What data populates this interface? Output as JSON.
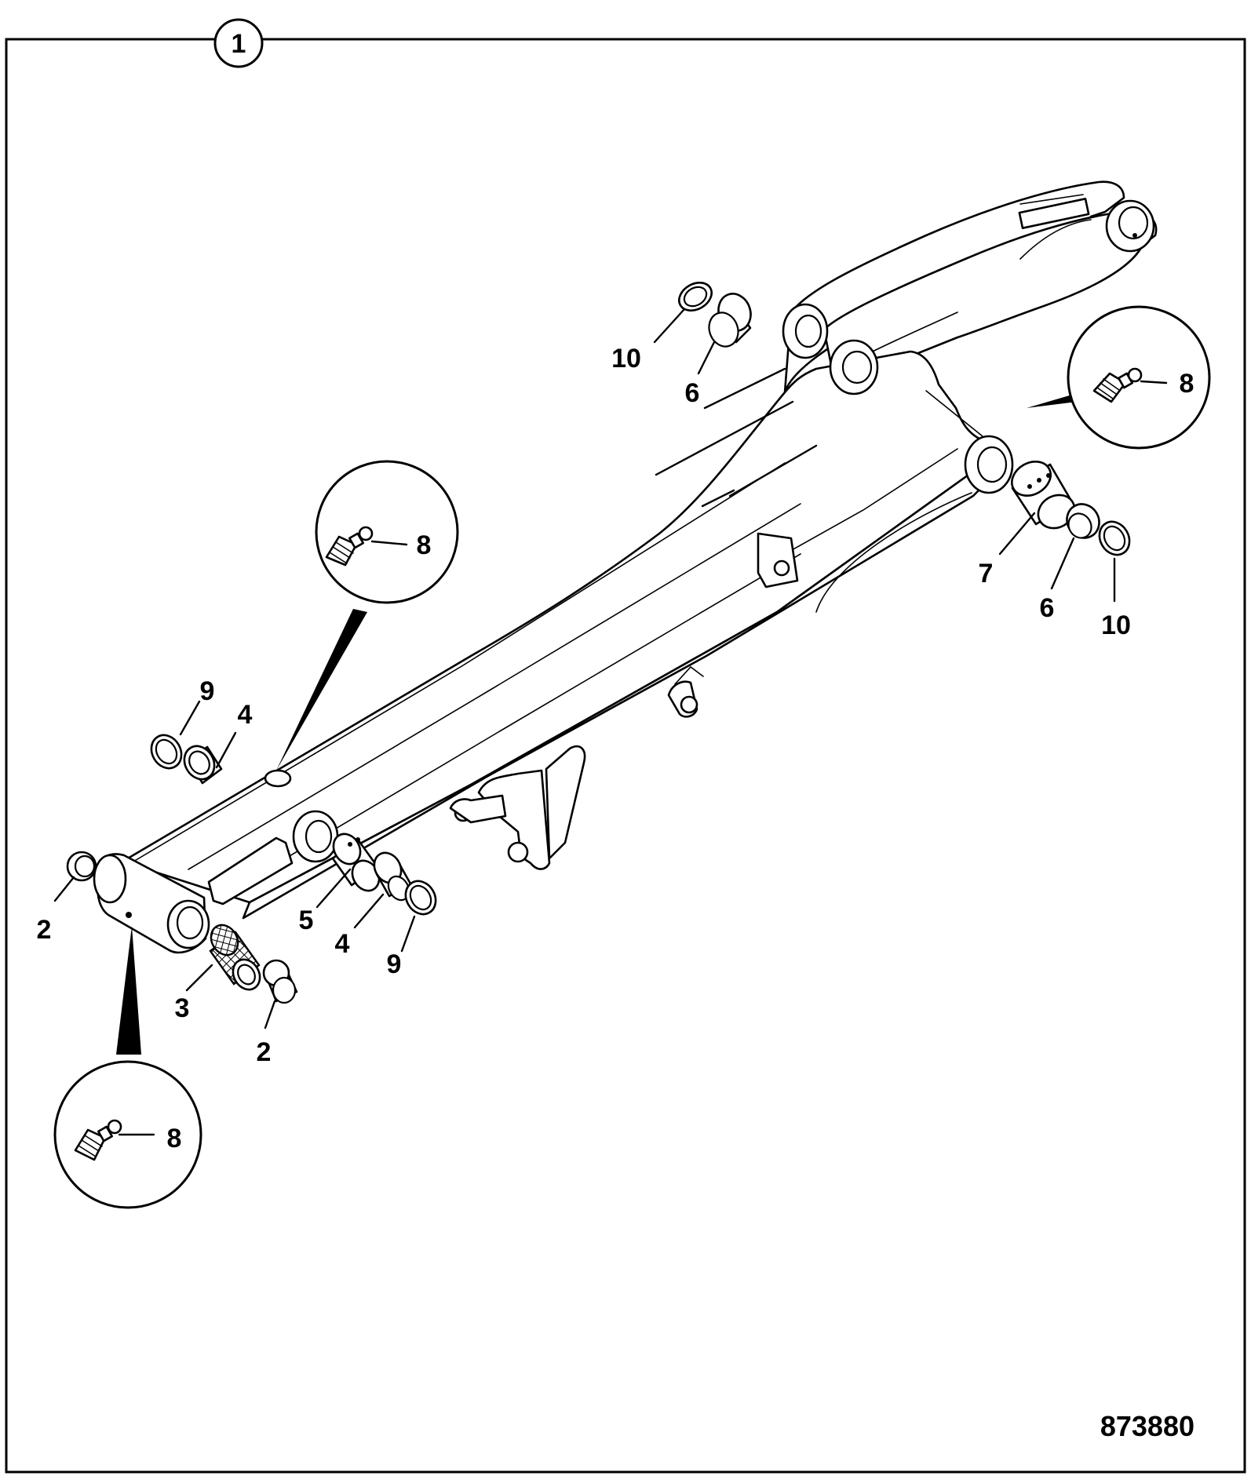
{
  "figure": {
    "number": "1",
    "reference": "873880"
  },
  "callouts": {
    "c10_top": "10",
    "c6_top": "6",
    "c8_right": "8",
    "c7": "7",
    "c6_right": "6",
    "c10_right": "10",
    "c8_mid": "8",
    "c9_top": "9",
    "c4_top": "4",
    "c2_left": "2",
    "c5": "5",
    "c4_bottom": "4",
    "c9_bottom": "9",
    "c3": "3",
    "c2_bottom": "2",
    "c8_bottom": "8"
  }
}
